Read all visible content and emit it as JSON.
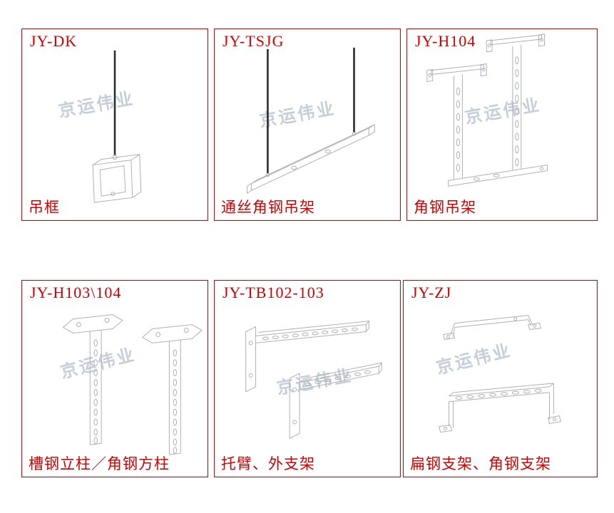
{
  "watermark": {
    "text": "京运伟业",
    "color": "#b7c4d1"
  },
  "colors": {
    "panel_border": "#d90000",
    "label_red": "#d40000",
    "drawing_gray": "#adb1b7",
    "rod_dark": "#2b2b2b"
  },
  "panels": [
    {
      "code": "JY-DK",
      "caption": "吊框"
    },
    {
      "code": "JY-TSJG",
      "caption": "通丝角钢吊架"
    },
    {
      "code": "JY-H104",
      "caption": "角钢吊架"
    },
    {
      "code": "JY-H103\\104",
      "caption": "槽钢立柱／角钢方柱"
    },
    {
      "code": "JY-TB102-103",
      "caption": "托臂、外支架"
    },
    {
      "code": "JY-ZJ",
      "caption": "扁钢支架、角钢支架"
    }
  ]
}
